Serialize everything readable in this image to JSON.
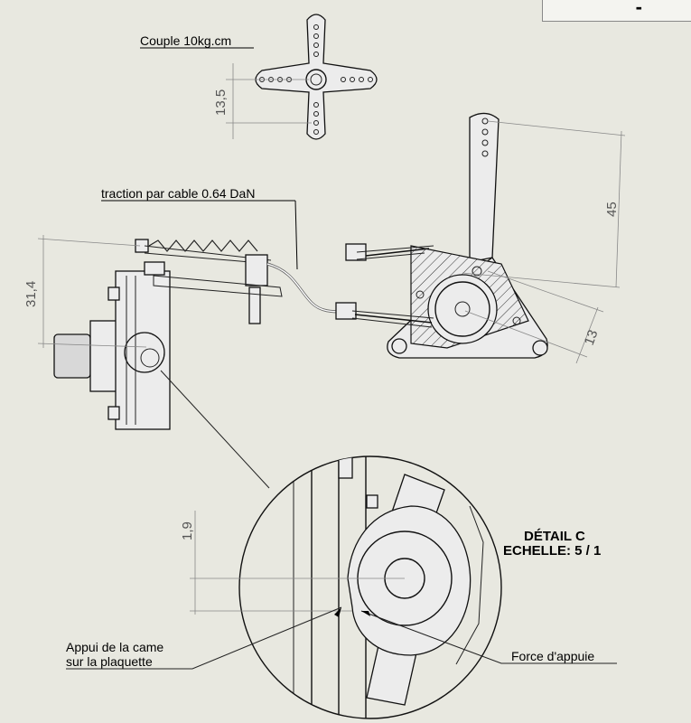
{
  "header": {
    "corner_mark": "-"
  },
  "labels": {
    "couple": "Couple 10kg.cm",
    "traction": "traction par cable 0.64 DaN",
    "detail_title": "DÉTAIL C",
    "detail_scale": "ECHELLE: 5 / 1",
    "appui_line1": "Appui de la came",
    "appui_line2": "sur la plaquette",
    "force": "Force d'appuie"
  },
  "dimensions": {
    "d_13_5": "13,5",
    "d_45": "45",
    "d_31_4": "31,4",
    "d_13": "13",
    "d_1_9": "1,9"
  }
}
